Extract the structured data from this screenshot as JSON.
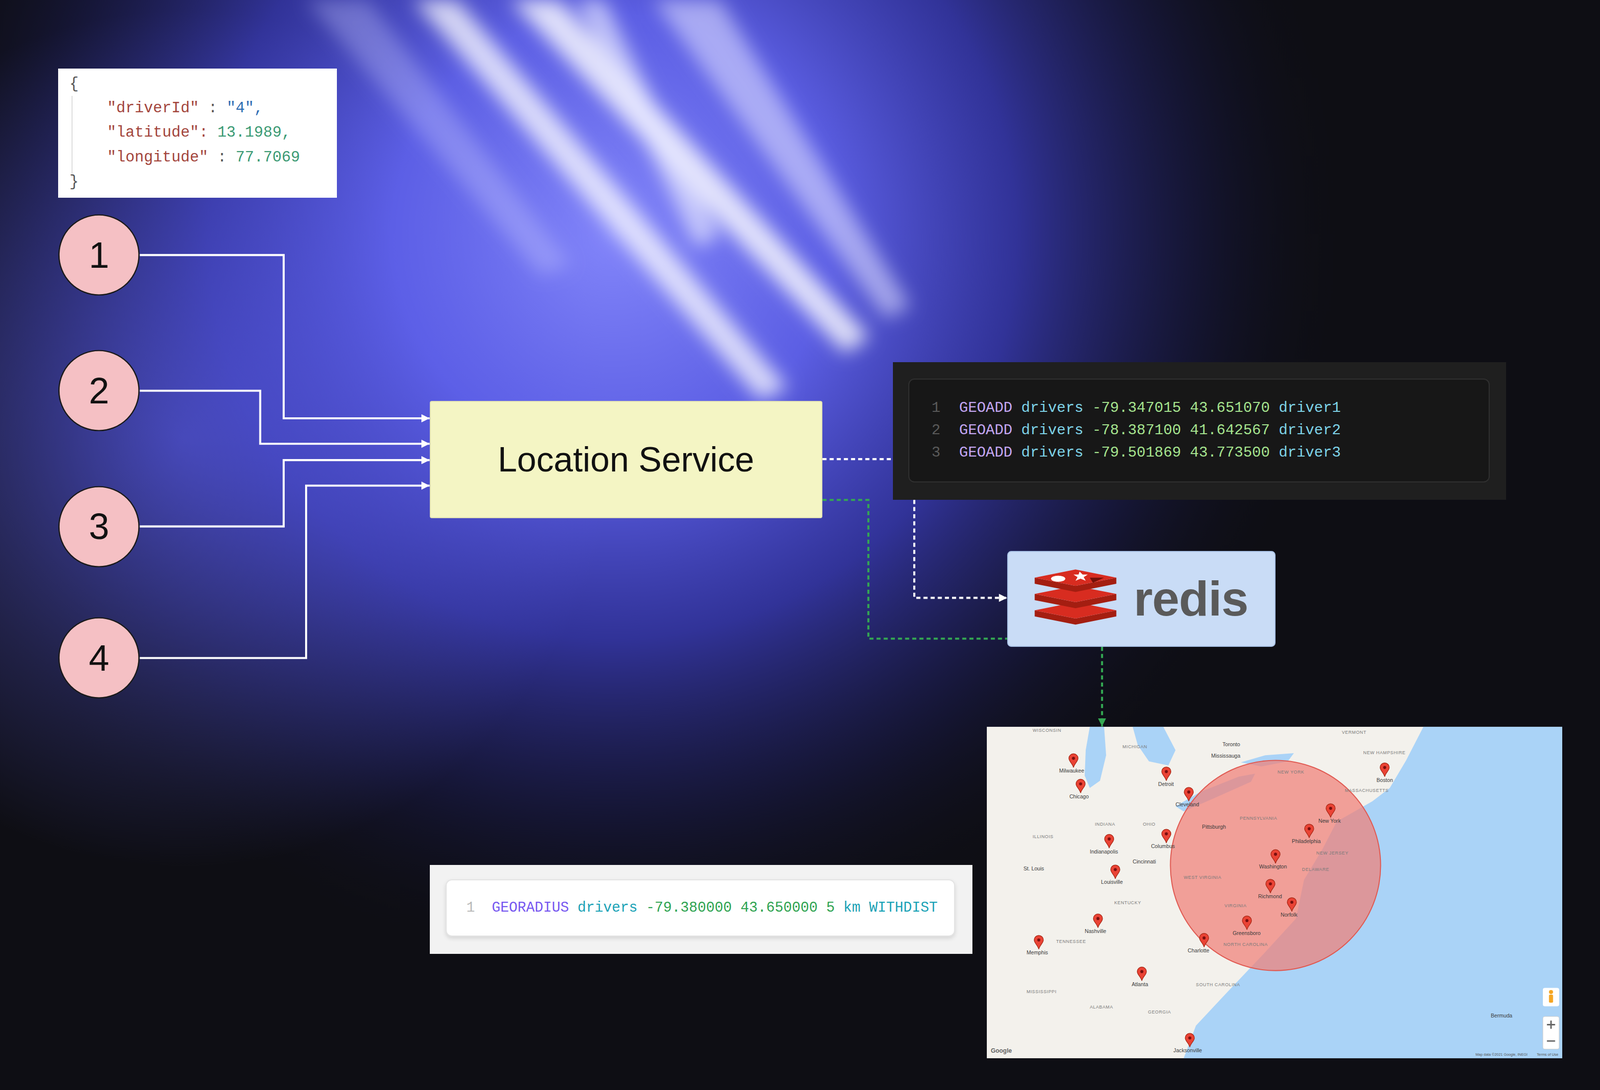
{
  "diagram": {
    "nodes": [
      {
        "text": [
          "{",
          "\"driverId\" : \"4\",",
          "\"latitude\": 13.1989,",
          "\"longitude\" : 77.7069",
          "}"
        ]
      },
      {
        "text": [
          "1"
        ]
      },
      {
        "text": [
          "2"
        ]
      },
      {
        "text": [
          "3"
        ]
      },
      {
        "text": [
          "4"
        ]
      },
      {
        "text": [
          "Location Service"
        ]
      },
      {
        "text": [
          "1",
          "GEOADD drivers -79.347015 43.651070 driver1",
          "2",
          "GEOADD drivers -78.387100 41.642567 driver2",
          "3",
          "GEOADD drivers -79.501869 43.773500 driver3"
        ]
      },
      {
        "text": [
          "redis"
        ]
      },
      {
        "text": [
          "WISCONSIN",
          "VERMONT",
          "Toronto",
          "MICHIGAN",
          "NEW HAMPSHIRE",
          "Mississauga",
          "Milwaukee",
          "NEW YORK",
          "Boston",
          "Detroit",
          "MASSACHUSETTS",
          "Chicago",
          "Cleveland",
          "New York",
          "PENNSYLVANIA",
          "INDIANA",
          "OHIO",
          "Pittsburgh",
          "ILLINOIS",
          "Philadelphia",
          "Columbus",
          "Indianapolis",
          "NEW JERSEY",
          "Cincinnati",
          "Washington",
          "St. Louis",
          "DELAWARE",
          "WEST VIRGINIA",
          "Louisville",
          "Richmond",
          "KENTUCKY",
          "VIRGINIA",
          "Norfolk",
          "Nashville",
          "Greensboro",
          "TENNESSEE",
          "NORTH CAROLINA",
          "Charlotte",
          "Memphis",
          "Atlanta",
          "SOUTH CAROLINA",
          "MISSISSIPPI",
          "ALABAMA",
          "GEORGIA",
          "Bermuda",
          "Jacksonville",
          "Google",
          "Map data ©2021 Google, INEGI",
          "Terms of Use"
        ]
      },
      {
        "text": [
          "1",
          "GEORADIUS drivers -79.380000 43.650000 5 km WITHDIST"
        ]
      }
    ],
    "edges": [
      {
        "from": 1,
        "to": 5,
        "arrow": "to"
      },
      {
        "from": 2,
        "to": 5,
        "arrow": "to"
      },
      {
        "from": 3,
        "to": 5,
        "arrow": "to"
      },
      {
        "from": 4,
        "to": 5,
        "arrow": "to"
      },
      {
        "from": 5,
        "to": 6,
        "arrow": "none"
      },
      {
        "from": 6,
        "to": 7,
        "arrow": "to"
      },
      {
        "from": 5,
        "to": 7,
        "arrow": "none"
      },
      {
        "from": 7,
        "to": 8,
        "arrow": "to"
      }
    ]
  }
}
